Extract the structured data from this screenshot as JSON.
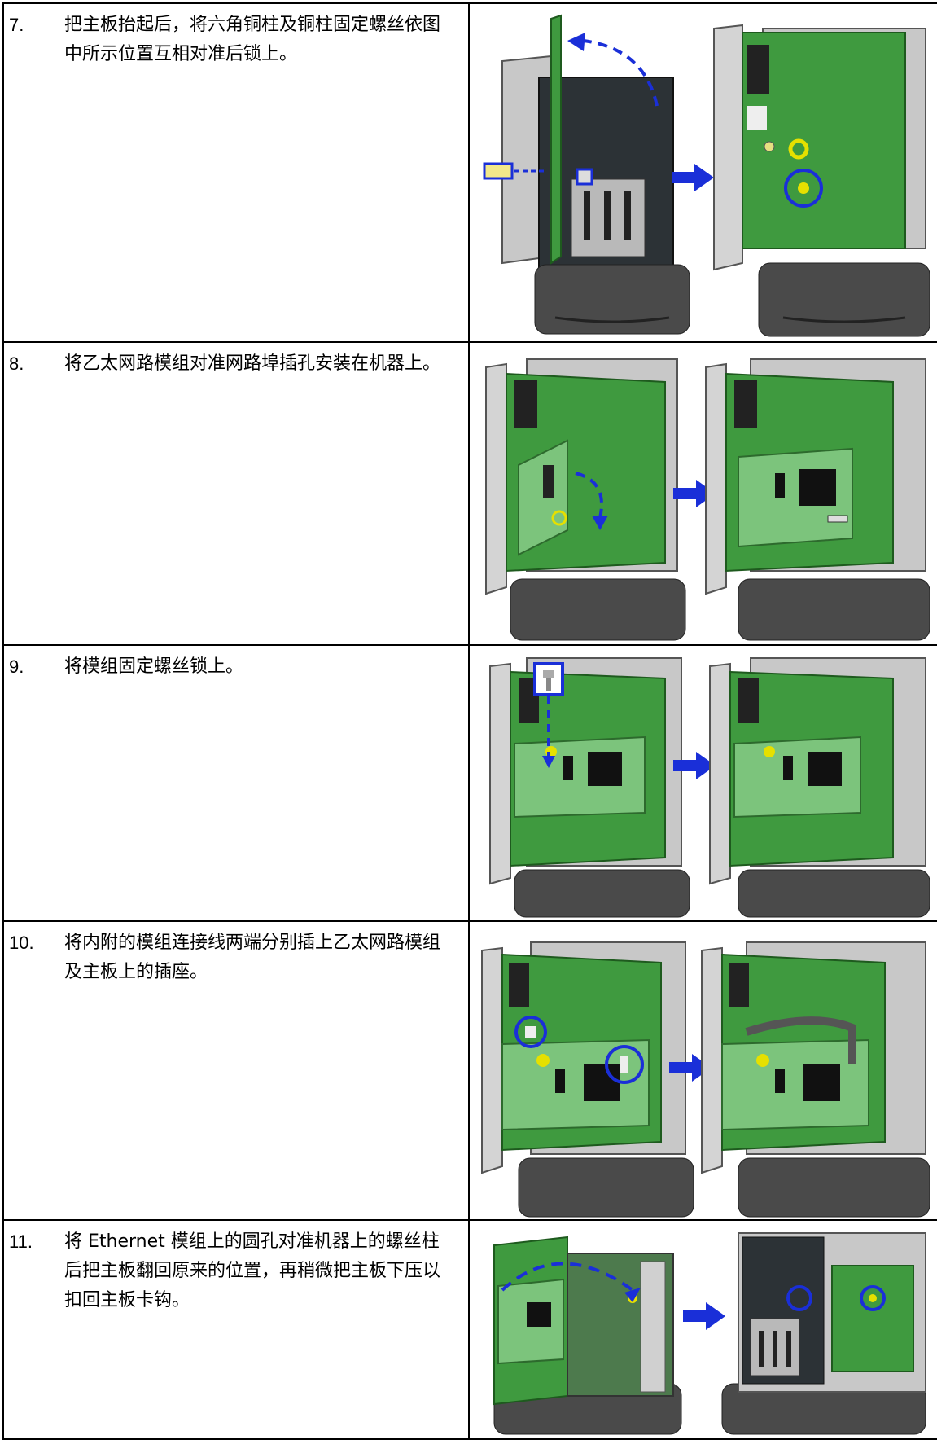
{
  "steps": [
    {
      "num": "7.",
      "text": "把主板抬起后，将六角铜柱及铜柱固定螺丝依图中所示位置互相对准后锁上。"
    },
    {
      "num": "8.",
      "text": "将乙太网路模组对准网路埠插孔安装在机器上。"
    },
    {
      "num": "9.",
      "text": "将模组固定螺丝锁上。"
    },
    {
      "num": "10.",
      "text": "将内附的模组连接线两端分别插上乙太网路模组及主板上的插座。"
    },
    {
      "num": "11.",
      "text": "将 Ethernet 模组上的圆孔对准机器上的螺丝柱后把主板翻回原来的位置，再稍微把主板下压以扣回主板卡钩。"
    }
  ],
  "colors": {
    "board_green": "#3f9a3f",
    "module_green": "#7cc47c",
    "arrow_blue": "#1a2fd8",
    "device_gray": "#c8c8c8",
    "base_dark": "#4a4a4a",
    "frame_dark": "#2c3236"
  },
  "icons": [
    "blue-right-arrow-icon",
    "dashed-curved-arrow-icon",
    "screw-icon",
    "hex-standoff-icon"
  ]
}
